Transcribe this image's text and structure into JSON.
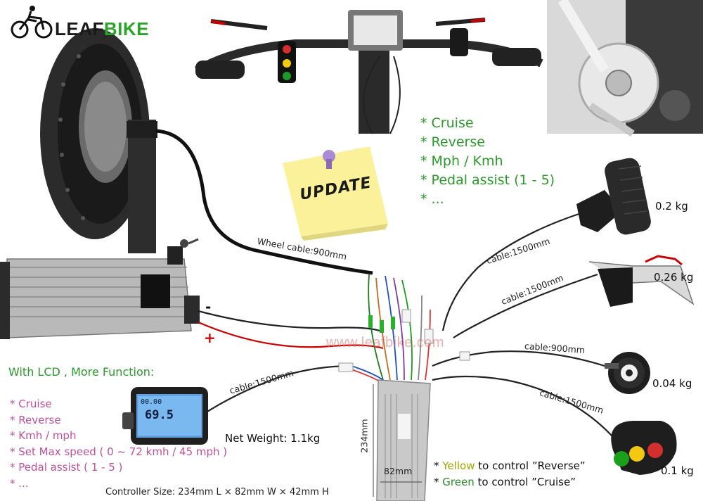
{
  "brand": {
    "name_prefix": "LEAF",
    "name_suffix": "BIKE"
  },
  "handlebar_features": [
    "* Cruise",
    "* Reverse",
    "* Mph / Kmh",
    "* Pedal assist (1 - 5)",
    "* ..."
  ],
  "update_note": {
    "text": "UPDATE"
  },
  "lcd_section": {
    "title": "With LCD , More Function:",
    "features": [
      "* Cruise",
      "* Reverse",
      "* Kmh / mph",
      "* Set Max speed ( 0 ~ 72 kmh / 45 mph )",
      "* Pedal assist ( 1 - 5 )",
      "* ..."
    ],
    "display_speed": "69.5",
    "display_top_right": "00.00"
  },
  "battery": {
    "minus": "-",
    "plus": "+"
  },
  "cables": {
    "wheel": "Wheel cable:900mm",
    "throttle": "cable:1500mm",
    "brake": "cable:1500mm",
    "pas": "cable:900mm",
    "switch": "cable:1500mm",
    "lcd": "cable:1500mm"
  },
  "weights": {
    "throttle": "0.2 kg",
    "brake": "0.26 kg",
    "pas": "0.04 kg",
    "switch": "0.1 kg",
    "controller": "Net Weight: 1.1kg"
  },
  "watermark": "www.leafbike.com",
  "controller": {
    "length": "234mm",
    "width": "82mm",
    "size": "Controller Size: 234mm L × 82mm W × 42mm H"
  },
  "switch_notes": {
    "yellow": {
      "prefix": "* ",
      "color_word": "Yellow",
      "rest": " to control ”Reverse”"
    },
    "green": {
      "prefix": "* ",
      "color_word": "Green",
      "rest": " to control ”Cruise”"
    }
  },
  "colors": {
    "green_text": "#2a9a2a",
    "pink_text": "#c0509a",
    "brand_green": "#2aa52a",
    "sticky_note": "#fbf19a"
  },
  "icons": [
    "cyclist-logo-icon",
    "hub-motor-wheel-icon",
    "battery-pack-icon",
    "handlebar-display-icon",
    "brake-disc-photo-icon",
    "thumb-throttle-icon",
    "brake-lever-icon",
    "pas-sensor-icon",
    "three-button-switch-icon",
    "lcd-display-icon",
    "controller-box-icon",
    "pushpin-icon",
    "key-icon"
  ]
}
